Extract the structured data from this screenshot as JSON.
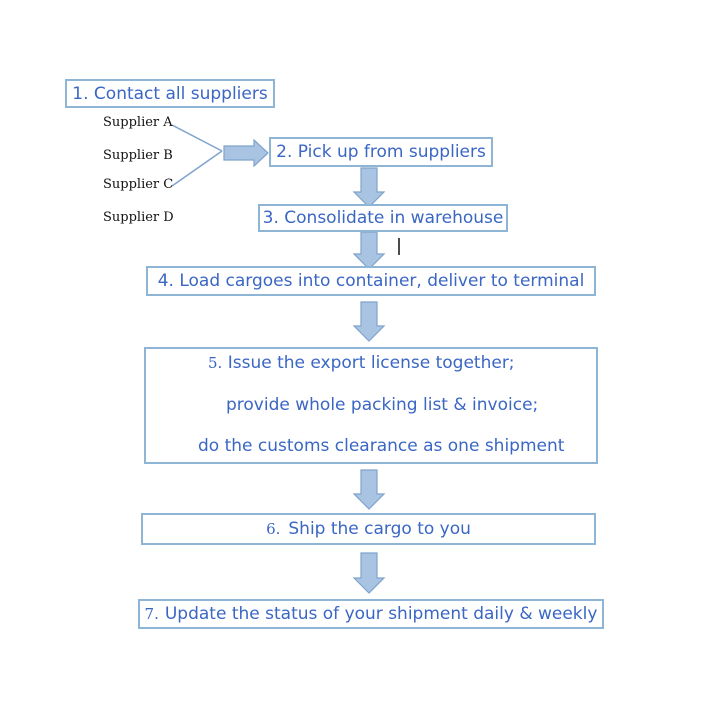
{
  "step1": {
    "label": "1. Contact all suppliers"
  },
  "suppliers": [
    "Supplier A",
    "Supplier B",
    "Supplier C",
    "Supplier D"
  ],
  "step2": {
    "label": "2. Pick up from suppliers"
  },
  "step3": {
    "label": "3. Consolidate in warehouse"
  },
  "step4": {
    "label": "4. Load cargoes into container, deliver to terminal"
  },
  "step5": {
    "num": "5.",
    "lines": [
      "Issue the export license together;",
      "provide whole packing list & invoice;",
      "do the customs clearance as one shipment"
    ]
  },
  "step6": {
    "num": "6.",
    "label": "Ship the cargo to you"
  },
  "step7": {
    "num": "7.",
    "label": "Update the status of your shipment daily & weekly"
  },
  "colors": {
    "box_border": "#8eb4d6",
    "text": "#3a66c4",
    "arrow_fill": "#a9c4e2",
    "arrow_stroke": "#7fa3cc"
  }
}
